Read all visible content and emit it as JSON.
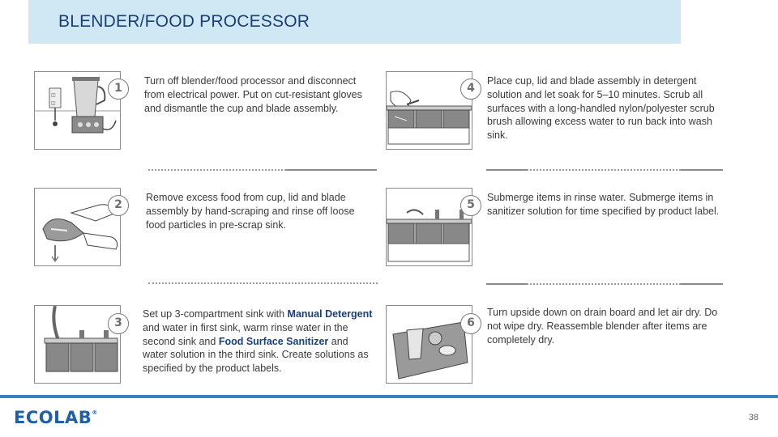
{
  "title": "BLENDER/FOOD PROCESSOR",
  "steps": [
    {
      "number": "1",
      "text": "Turn off blender/food processor and disconnect from electrical power. Put on cut-resistant gloves and dismantle the cup and blade assembly."
    },
    {
      "number": "2",
      "text": "Remove excess food from cup, lid and blade assembly by hand-scraping and rinse off loose food particles in pre-scrap sink."
    },
    {
      "number": "3",
      "text_parts": [
        "Set up 3-compartment sink with ",
        "Manual Detergent",
        " and water in first sink, warm rinse water in the second sink and ",
        "Food Surface Sanitizer",
        " and water solution in the third sink. Create solutions as specified by the product labels."
      ]
    },
    {
      "number": "4",
      "text": "Place cup, lid and blade assembly in detergent solution and let soak for 5–10 minutes. Scrub all surfaces with a long-handled nylon/polyester scrub brush allowing excess water to run back into wash sink."
    },
    {
      "number": "5",
      "text": "Submerge items in rinse water. Submerge items in sanitizer solution for time specified by product label."
    },
    {
      "number": "6",
      "text": "Turn upside down on drain board and let air dry. Do not wipe dry. Reassemble blender after items are completely dry."
    }
  ],
  "footer": {
    "logo": "ECOLAB",
    "trademark": "®",
    "page_number": "38"
  },
  "colors": {
    "title_bar": "#cfe8f3",
    "title_text": "#1a3f7a",
    "footer_line": "#3b7fbf",
    "logo": "#1f5fa8"
  }
}
